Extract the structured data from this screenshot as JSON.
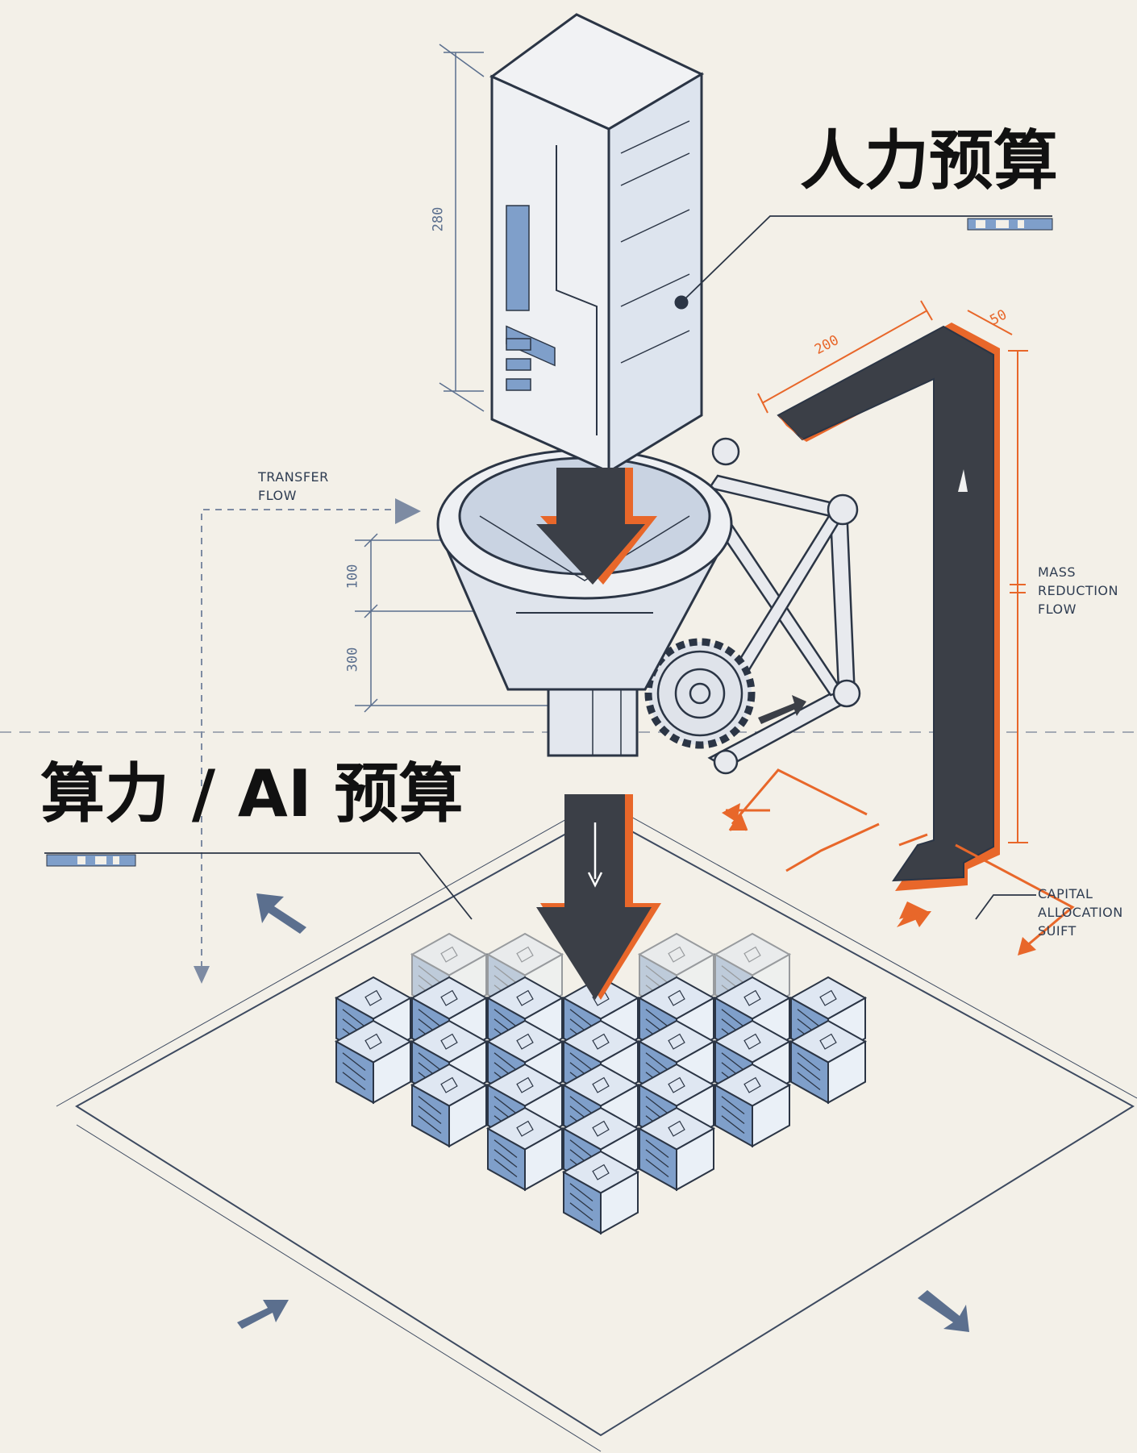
{
  "labels": {
    "human_budget": "人力预算",
    "ai_budget": "算力 / AI 预算",
    "transfer_flow": "TRANSFER\nFLOW",
    "mass_reduction_flow": "MASS\nREDUCTION\nFLOW",
    "capital_allocation": "CAPITAL\nALLOCATION\nSUIFT"
  },
  "dimensions": {
    "cabinet_height": "280",
    "pipe_width": "200",
    "pipe_thickness": "50",
    "funnel_upper": "100",
    "funnel_lower": "300"
  },
  "colors": {
    "background": "#f3f0e8",
    "ink": "#2b3545",
    "cube_blue": "#7f9fca",
    "accent_orange": "#e8672a",
    "dark_arrow": "#3b3f47"
  }
}
